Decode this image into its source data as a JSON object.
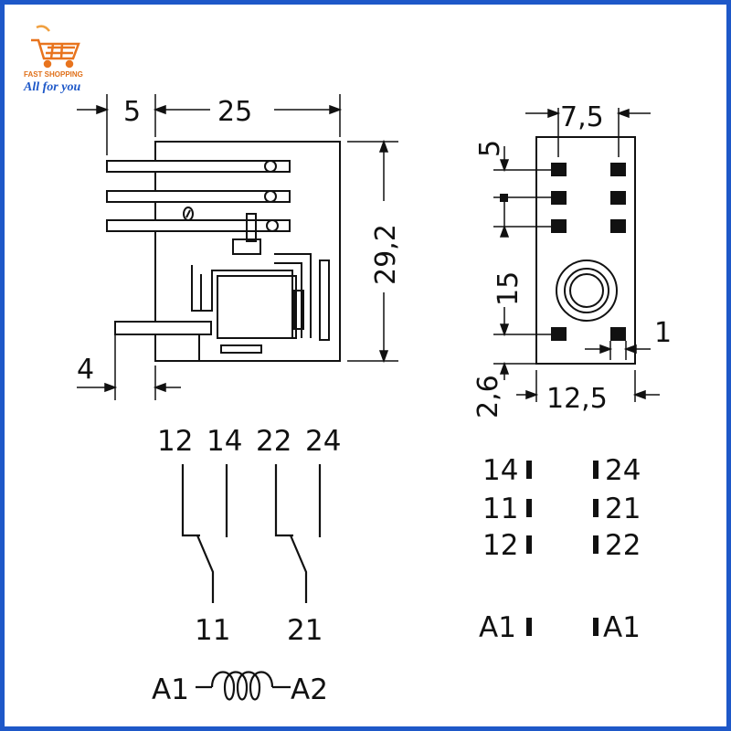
{
  "logo": {
    "line1": "FAST SHOPPING",
    "line2": "All for you",
    "colors": {
      "cart": "#e8741e",
      "text_top": "#e0701a",
      "text_bottom": "#1e58c8"
    }
  },
  "frame_color": "#1e58c8",
  "side_view": {
    "dim_left": "5",
    "dim_width": "25",
    "dim_height": "29,2",
    "dim_pin": "4"
  },
  "bottom_view": {
    "dim_pitch": "7,5",
    "dim_top": "5",
    "dim_middle": "15",
    "dim_pin_width": "1",
    "dim_bottom": "2,6",
    "dim_width": "12,5"
  },
  "schematic": {
    "top_labels": [
      "12",
      "14",
      "22",
      "24"
    ],
    "bottom_labels": [
      "11",
      "21"
    ],
    "coil_a1": "A1",
    "coil_a2": "A2"
  },
  "pinout": {
    "left": [
      "14",
      "11",
      "12",
      "A1"
    ],
    "right": [
      "24",
      "21",
      "22",
      "A1"
    ]
  }
}
